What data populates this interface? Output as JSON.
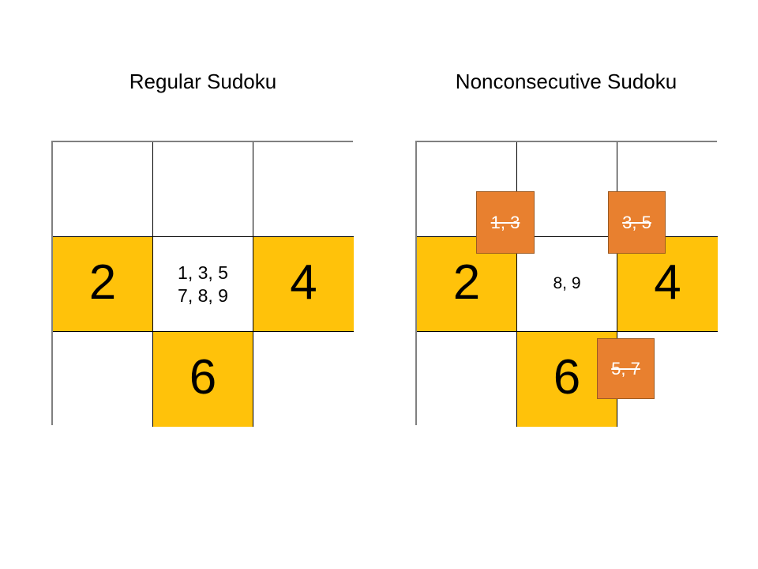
{
  "panels": [
    {
      "title": "Regular Sudoku",
      "cells": [
        {
          "row": 0,
          "col": 0,
          "value": "",
          "filled": false,
          "kind": "empty"
        },
        {
          "row": 0,
          "col": 1,
          "value": "",
          "filled": false,
          "kind": "empty"
        },
        {
          "row": 0,
          "col": 2,
          "value": "",
          "filled": false,
          "kind": "empty"
        },
        {
          "row": 1,
          "col": 0,
          "value": "2",
          "filled": true,
          "kind": "digit"
        },
        {
          "row": 1,
          "col": 1,
          "value": "1, 3, 5\n7, 8, 9",
          "filled": false,
          "kind": "candidates"
        },
        {
          "row": 1,
          "col": 2,
          "value": "4",
          "filled": true,
          "kind": "digit"
        },
        {
          "row": 2,
          "col": 0,
          "value": "",
          "filled": false,
          "kind": "empty"
        },
        {
          "row": 2,
          "col": 1,
          "value": "6",
          "filled": true,
          "kind": "digit"
        },
        {
          "row": 2,
          "col": 2,
          "value": "",
          "filled": false,
          "kind": "empty"
        }
      ],
      "notes": []
    },
    {
      "title": "Nonconsecutive Sudoku",
      "cells": [
        {
          "row": 0,
          "col": 0,
          "value": "",
          "filled": false,
          "kind": "empty"
        },
        {
          "row": 0,
          "col": 1,
          "value": "",
          "filled": false,
          "kind": "empty"
        },
        {
          "row": 0,
          "col": 2,
          "value": "",
          "filled": false,
          "kind": "empty"
        },
        {
          "row": 1,
          "col": 0,
          "value": "2",
          "filled": true,
          "kind": "digit"
        },
        {
          "row": 1,
          "col": 1,
          "value": "8, 9",
          "filled": false,
          "kind": "candidates"
        },
        {
          "row": 1,
          "col": 2,
          "value": "4",
          "filled": true,
          "kind": "digit"
        },
        {
          "row": 2,
          "col": 0,
          "value": "",
          "filled": false,
          "kind": "empty"
        },
        {
          "row": 2,
          "col": 1,
          "value": "6",
          "filled": true,
          "kind": "digit"
        },
        {
          "row": 2,
          "col": 2,
          "value": "",
          "filled": false,
          "kind": "empty"
        }
      ],
      "notes": [
        {
          "id": "note-1",
          "text": "1, 3",
          "struck": true
        },
        {
          "id": "note-2",
          "text": "3, 5",
          "struck": true
        },
        {
          "id": "note-3",
          "text": "5, 7",
          "struck": true
        }
      ]
    }
  ],
  "colors": {
    "given_cell": "#FFC20A",
    "note_background": "#E8802F",
    "note_border": "#9C5A22",
    "note_text": "#FFFFFF",
    "grid_outer_border": "#808080",
    "grid_inner_line": "#000000",
    "digit": "#000000",
    "page_background": "#FFFFFF"
  }
}
